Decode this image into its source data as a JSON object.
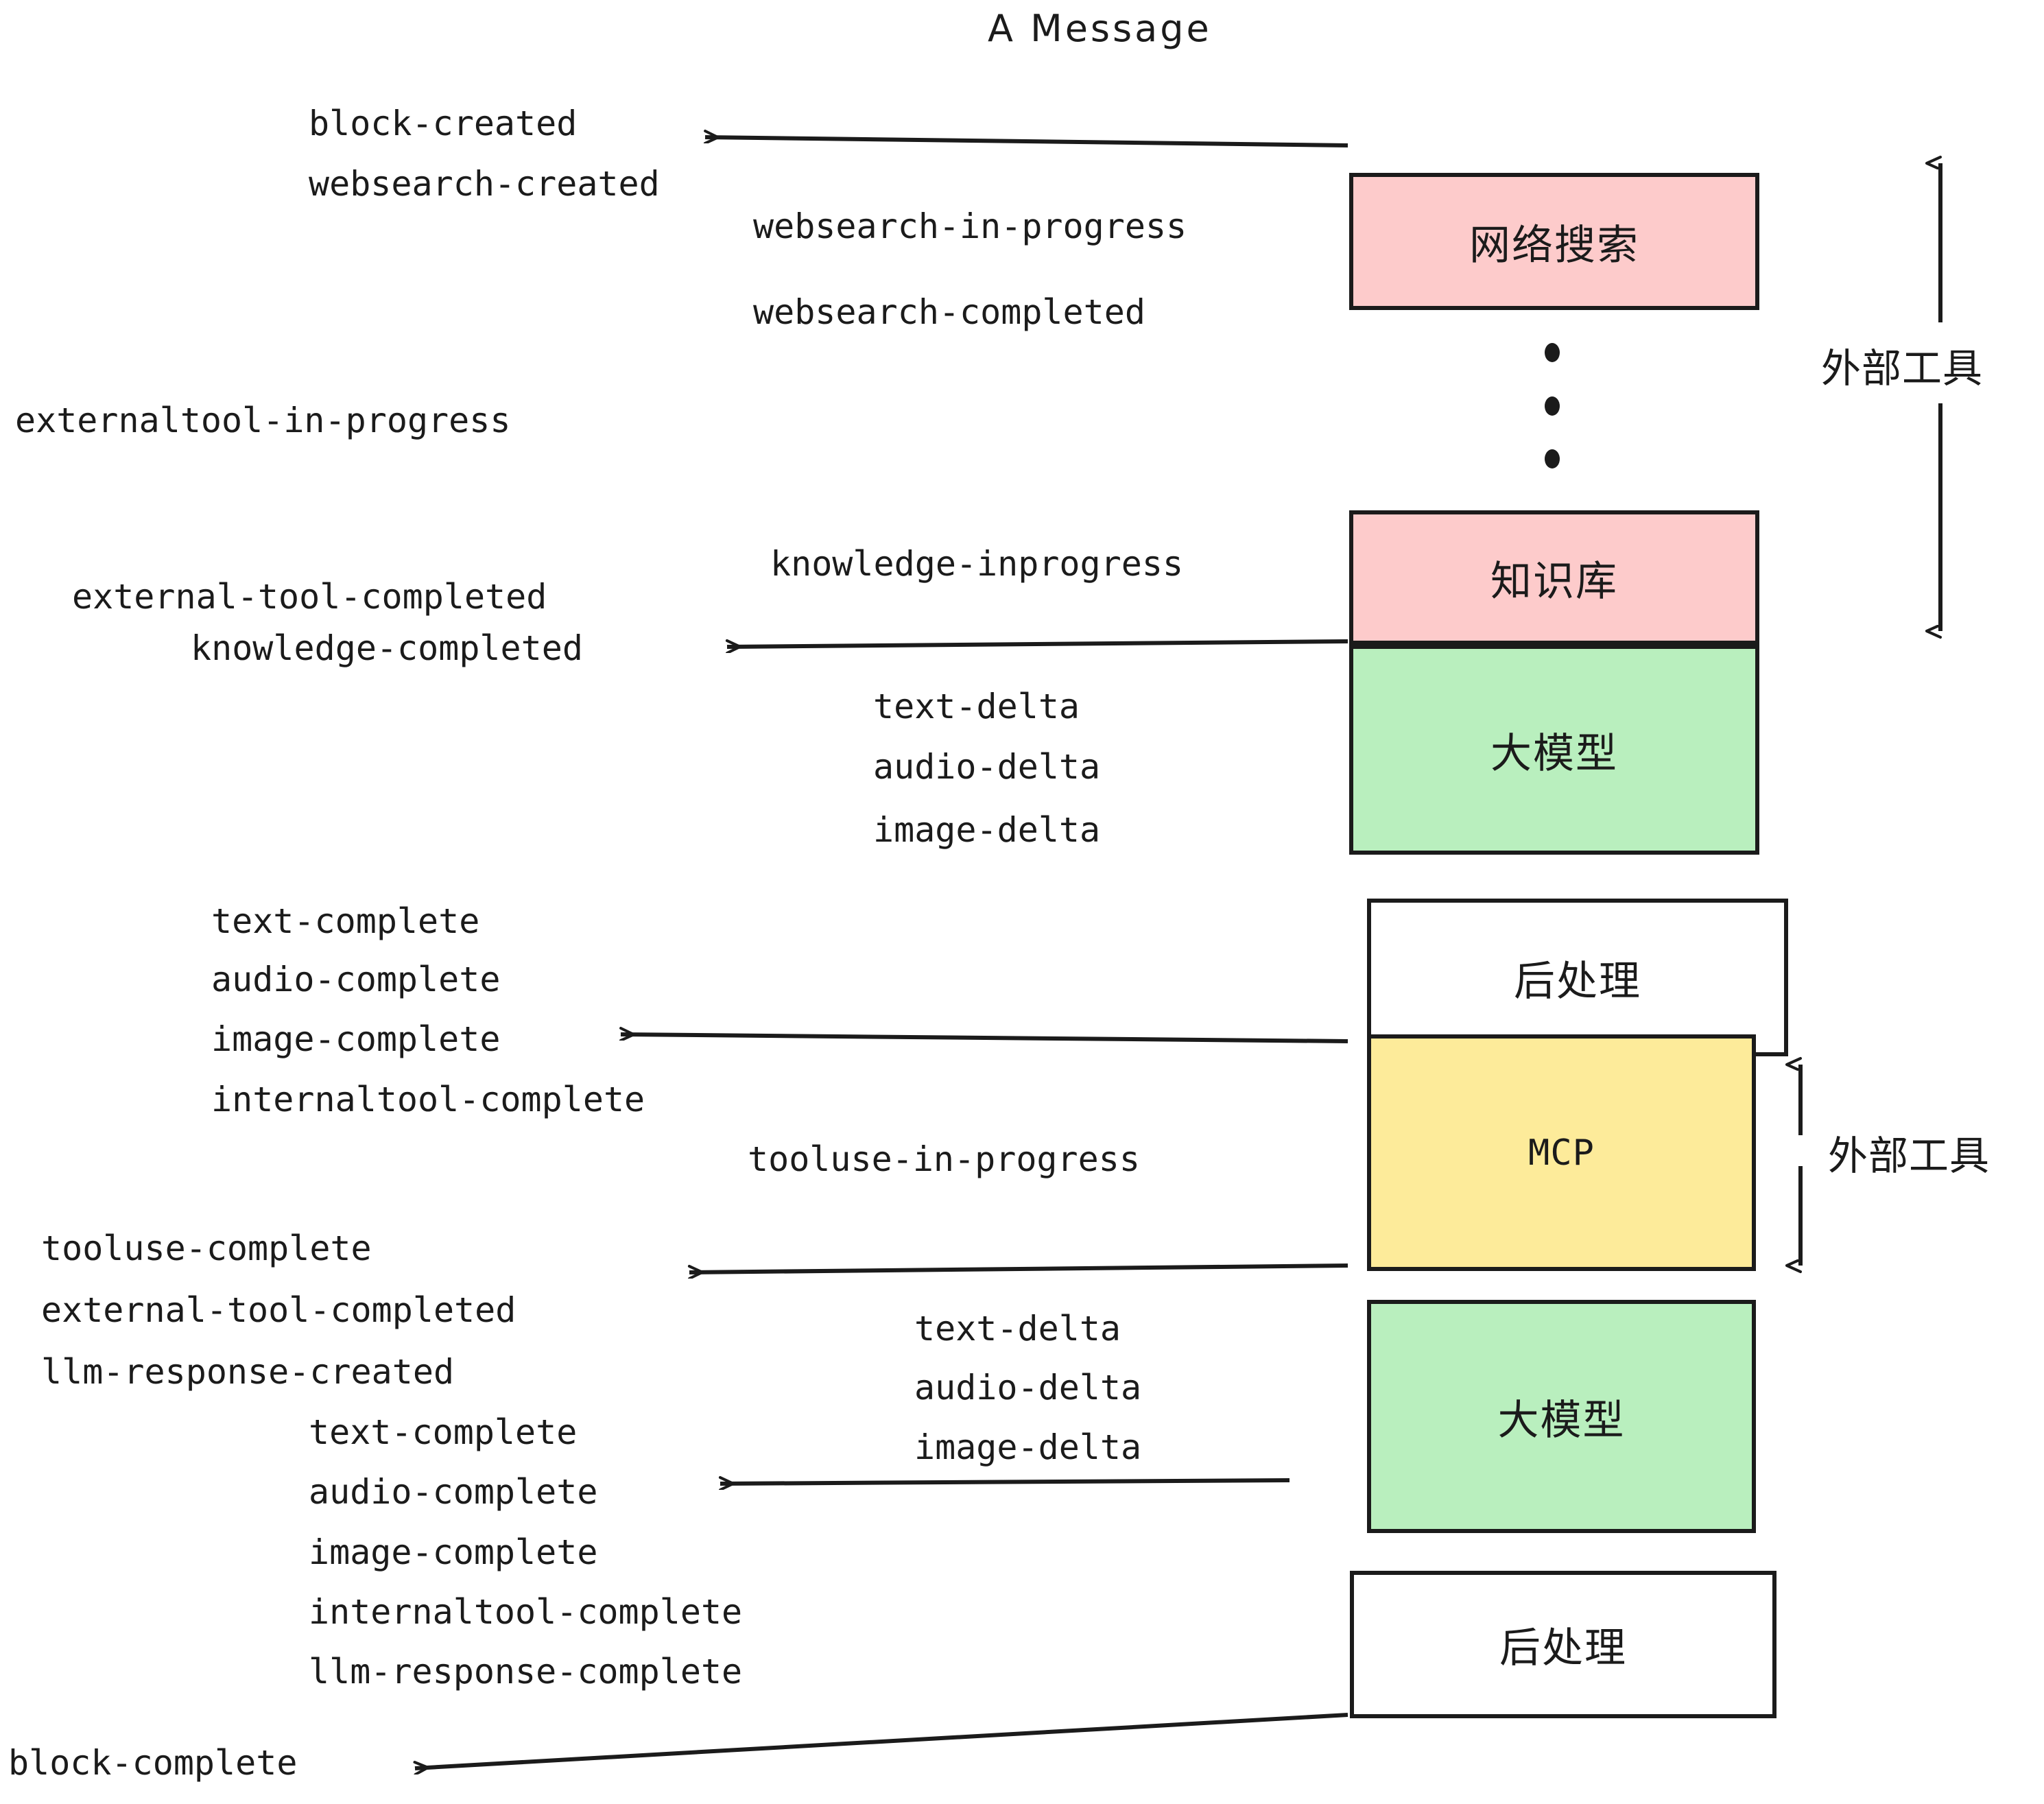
{
  "title": "A Message",
  "colors": {
    "pink": "#FDCBCB",
    "green": "#B9EFBE",
    "yellow": "#FDEB9A",
    "white": "#FFFFFF",
    "stroke": "#1B1B1B",
    "background": "#FFFFFF"
  },
  "boxes": [
    {
      "id": "websearch",
      "label": "网络搜索",
      "fill": "pink"
    },
    {
      "id": "knowledgebase",
      "label": "知识库",
      "fill": "pink"
    },
    {
      "id": "llm-1",
      "label": "大模型",
      "fill": "green"
    },
    {
      "id": "postprocess-1",
      "label": "后处理",
      "fill": "white"
    },
    {
      "id": "mcp",
      "label": "MCP",
      "fill": "yellow"
    },
    {
      "id": "llm-2",
      "label": "大模型",
      "fill": "green"
    },
    {
      "id": "postprocess-2",
      "label": "后处理",
      "fill": "white"
    }
  ],
  "side_labels": [
    {
      "id": "external-tools-top",
      "text": "外部工具"
    },
    {
      "id": "external-tools-bottom",
      "text": "外部工具"
    }
  ],
  "events": {
    "block_created": "block-created",
    "websearch_created": "websearch-created",
    "websearch_in_progress": "websearch-in-progress",
    "websearch_completed": "websearch-completed",
    "externaltool_in_progress": "externaltool-in-progress",
    "knowledge_inprogress": "knowledge-inprogress",
    "external_tool_completed_1": "external-tool-completed",
    "knowledge_completed": "knowledge-completed",
    "text_delta_1": "text-delta",
    "audio_delta_1": "audio-delta",
    "image_delta_1": "image-delta",
    "text_complete_1": "text-complete",
    "audio_complete_1": "audio-complete",
    "image_complete_1": "image-complete",
    "internaltool_complete_1": "internaltool-complete",
    "tooluse_in_progress": "tooluse-in-progress",
    "tooluse_complete": "tooluse-complete",
    "external_tool_completed_2": "external-tool-completed",
    "llm_response_created": "llm-response-created",
    "text_delta_2": "text-delta",
    "audio_delta_2": "audio-delta",
    "image_delta_2": "image-delta",
    "text_complete_2": "text-complete",
    "audio_complete_2": "audio-complete",
    "image_complete_2": "image-complete",
    "internaltool_complete_2": "internaltool-complete",
    "llm_response_complete": "llm-response-complete",
    "block_complete": "block-complete"
  },
  "ellipsis": {
    "dots": 3
  }
}
